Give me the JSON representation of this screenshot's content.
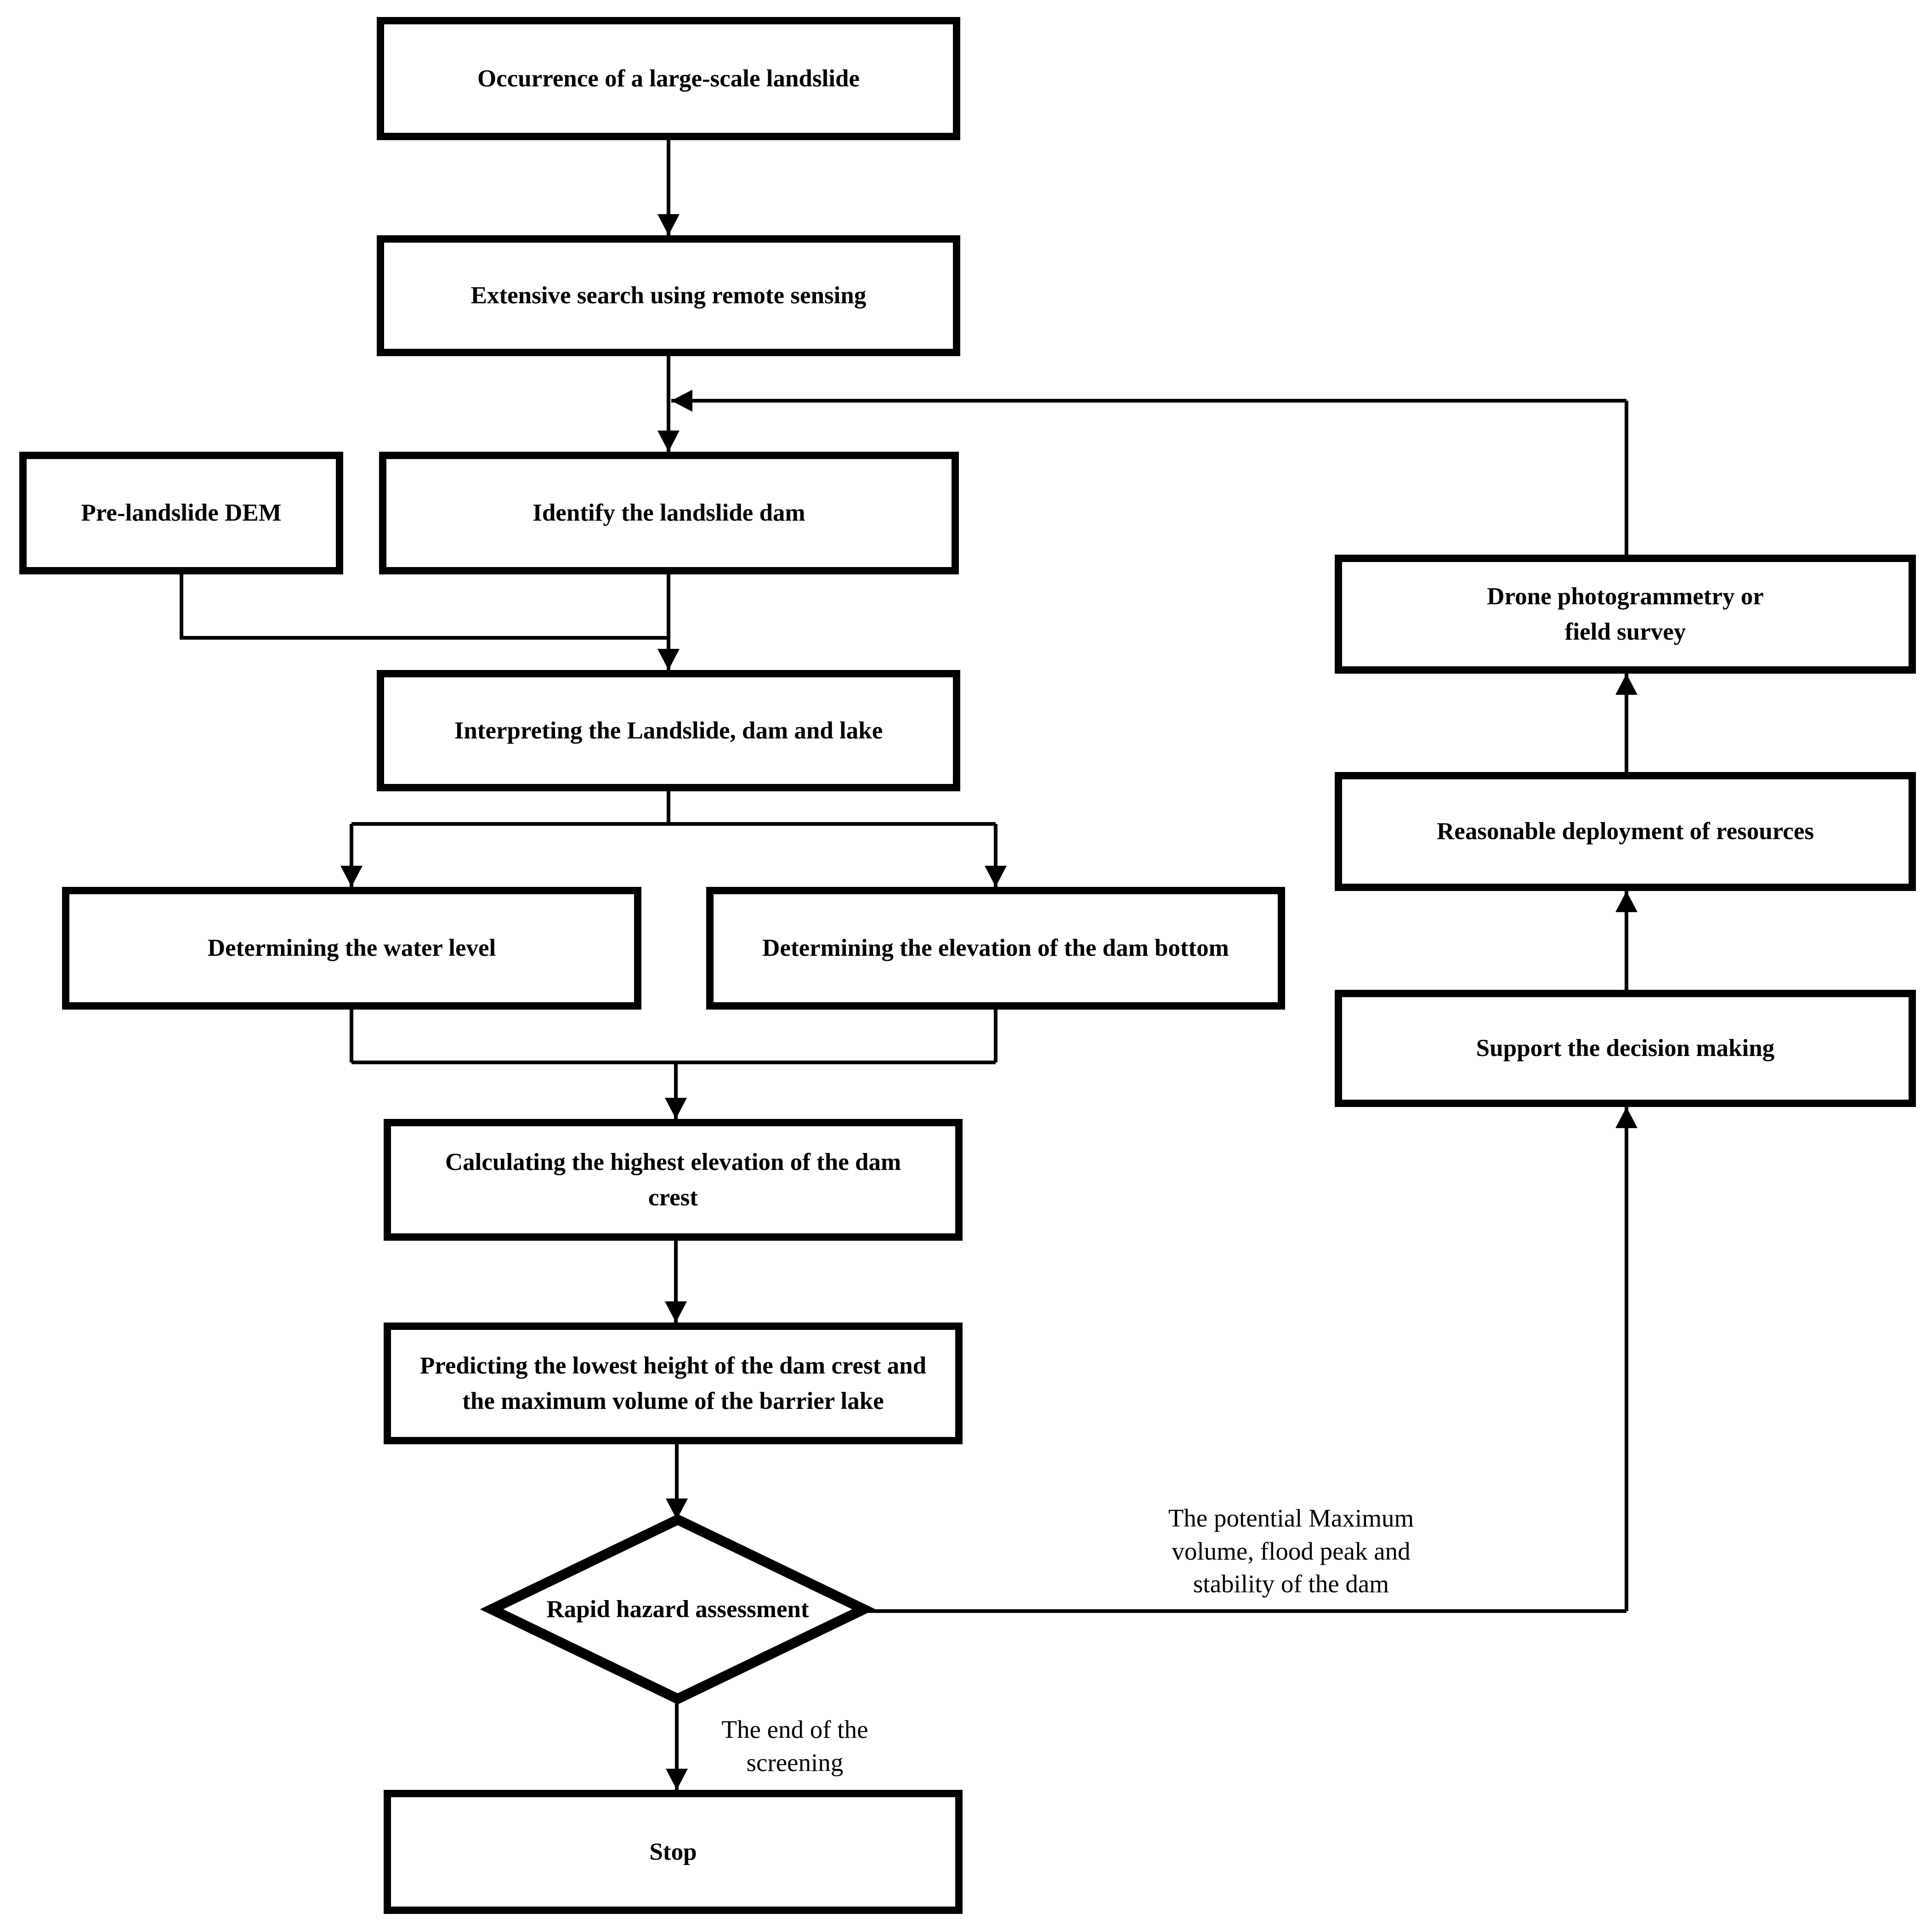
{
  "flowchart": {
    "colors": {
      "line": "#000000",
      "background": "#ffffff",
      "box_fill": "#ffffff",
      "text": "#000000"
    },
    "nodes": {
      "occurrence": {
        "label": "Occurrence of a large-scale landslide"
      },
      "extensive_search": {
        "label": "Extensive search using remote sensing"
      },
      "pre_landslide_dem": {
        "label": "Pre-landslide DEM"
      },
      "identify_dam": {
        "label": "Identify the landslide dam"
      },
      "interpreting": {
        "label": "Interpreting the Landslide, dam and lake"
      },
      "water_level": {
        "label": "Determining the water level"
      },
      "dam_bottom": {
        "label": "Determining the elevation of the dam bottom"
      },
      "calculating_crest": {
        "lines": [
          "Calculating the highest elevation of the dam",
          "crest"
        ]
      },
      "predicting": {
        "lines": [
          "Predicting the lowest height of the dam crest and",
          "the maximum volume of the barrier lake"
        ]
      },
      "rapid_hazard": {
        "label": "Rapid hazard assessment"
      },
      "stop": {
        "label": "Stop"
      },
      "drone_survey": {
        "lines": [
          "Drone photogrammetry or",
          "field survey"
        ]
      },
      "deployment": {
        "label": "Reasonable deployment of resources"
      },
      "support_decision": {
        "label": "Support the decision making"
      }
    },
    "annotations": {
      "potential_max": {
        "lines": [
          "The potential Maximum",
          "volume, flood peak and",
          "stability of the dam"
        ]
      },
      "end_screening": {
        "lines": [
          "The end of the",
          "screening"
        ]
      }
    }
  }
}
